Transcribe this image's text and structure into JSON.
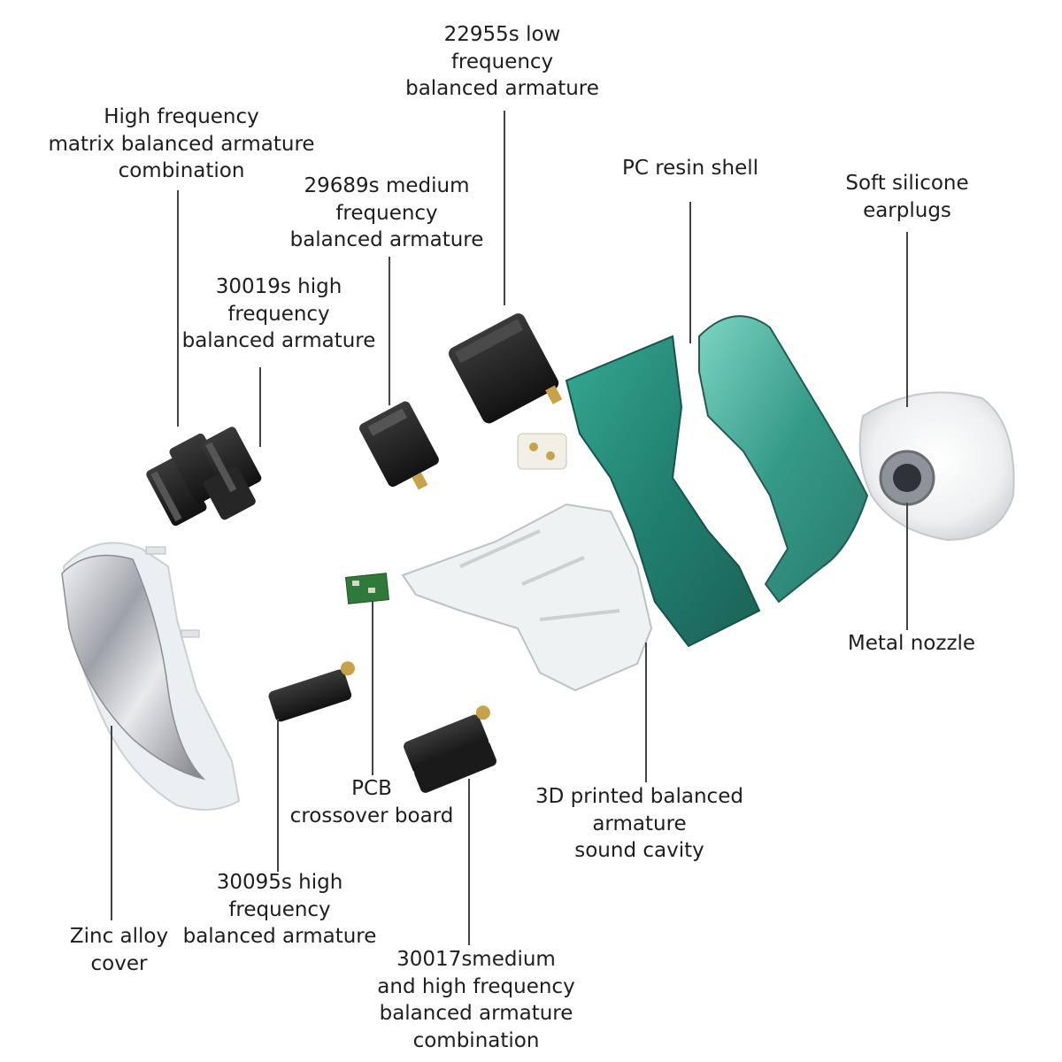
{
  "labels": {
    "high_freq_matrix": [
      "High frequency",
      "matrix balanced armature",
      "combination"
    ],
    "low_22955s": [
      "22955s low",
      "frequency",
      "balanced armature"
    ],
    "mid_29689s": [
      "29689s medium",
      "frequency",
      "balanced armature"
    ],
    "pc_shell": [
      "PC resin shell"
    ],
    "silicone_earplugs": [
      "Soft silicone",
      "earplugs"
    ],
    "high_30019s": [
      "30019s high",
      "frequency",
      "balanced armature"
    ],
    "metal_nozzle": [
      "Metal nozzle"
    ],
    "pcb_board": [
      "PCB",
      "crossover board"
    ],
    "sound_cavity": [
      "3D printed balanced",
      "armature",
      "sound cavity"
    ],
    "high_30095s": [
      "30095s high",
      "frequency",
      "balanced armature"
    ],
    "zinc_cover": [
      "Zinc alloy",
      "cover"
    ],
    "mid_high_30017s": [
      "30017smedium",
      "and high frequency",
      "balanced armature",
      "combination"
    ]
  },
  "colors": {
    "shell_green": "#1f8f7a",
    "shell_dark": "#0f5f52",
    "driver_black": "#1c1c1c",
    "brass": "#c8a24a",
    "silver": "#b9bcc0",
    "pcb_green": "#2f7a3a"
  }
}
